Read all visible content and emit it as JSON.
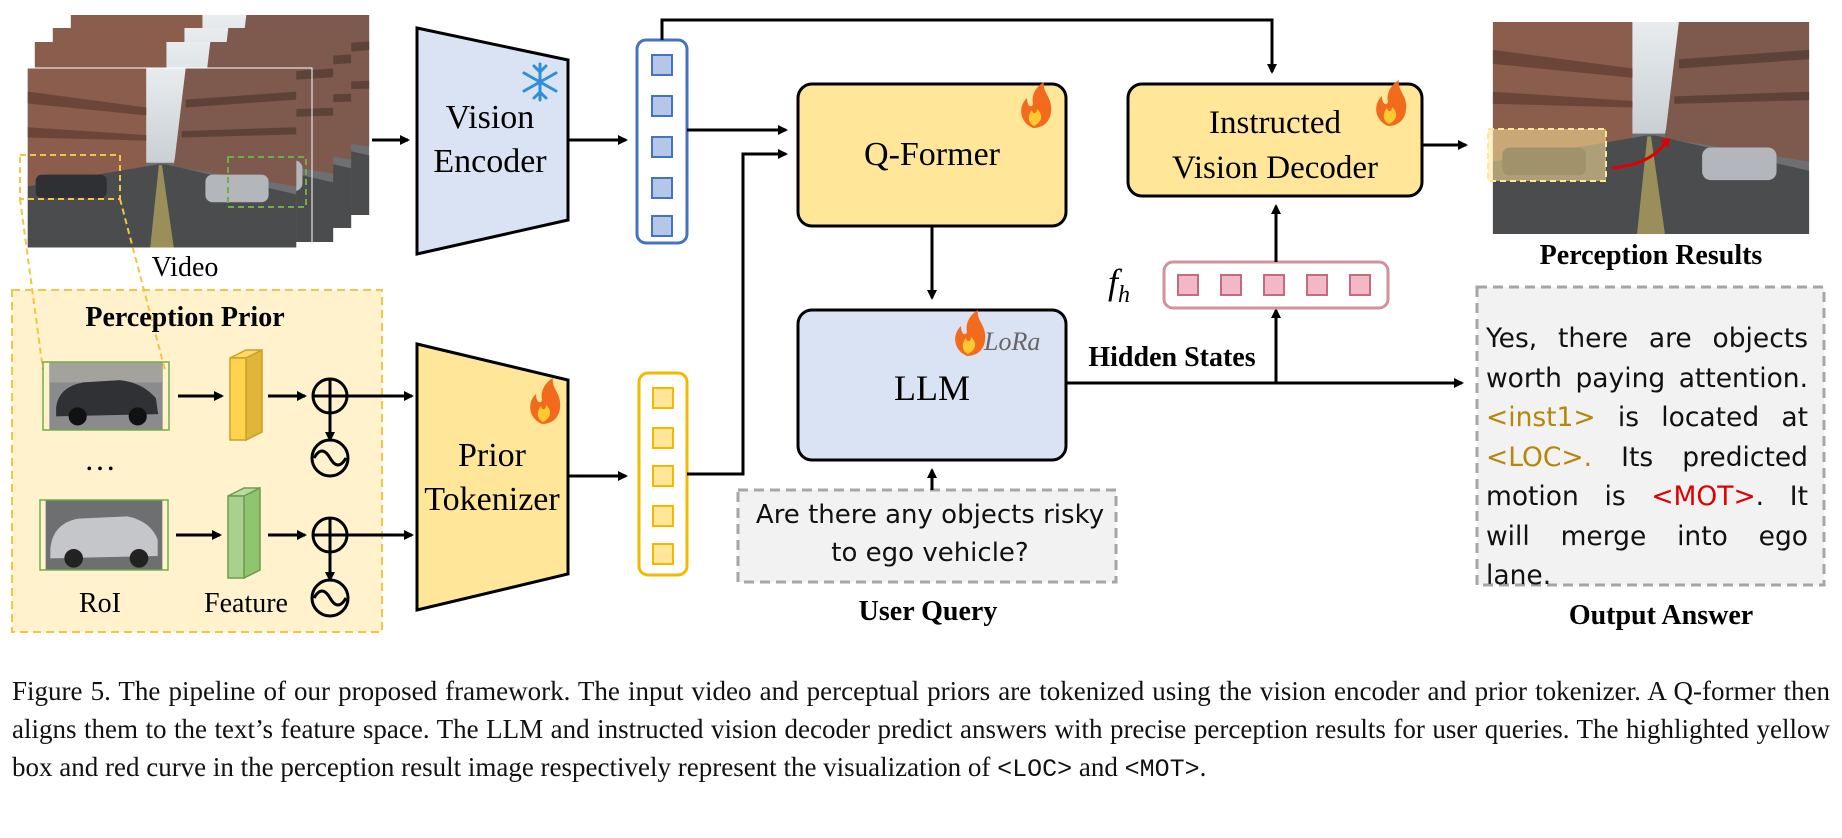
{
  "labels": {
    "video": "Video",
    "perception_prior": "Perception Prior",
    "ellipsis": "…",
    "roi": "RoI",
    "feature": "Feature",
    "vision_encoder_line1": "Vision",
    "vision_encoder_line2": "Encoder",
    "prior_tokenizer_line1": "Prior",
    "prior_tokenizer_line2": "Tokenizer",
    "qformer": "Q-Former",
    "llm": "LLM",
    "lora": "LoRa",
    "instructed_decoder_line1": "Instructed",
    "instructed_decoder_line2": "Vision Decoder",
    "fh_base": "f",
    "fh_sub": "h",
    "hidden_states": "Hidden States",
    "perception_results": "Perception Results",
    "user_query_title": "User Query",
    "output_answer_title": "Output Answer"
  },
  "user_query": {
    "text": "Are there any objects risky to ego vehicle?"
  },
  "answer": {
    "part1": "Yes, there are objects worth paying attention.",
    "inst_token": "<inst1>",
    "part2": "is located at",
    "loc_token": "<LOC>.",
    "part3": "Its predicted motion is",
    "mot_token": "<MOT>",
    "part4": ". It will merge into ego lane."
  },
  "caption": {
    "part1": "Figure 5. The pipeline of our proposed framework. The input video and perceptual priors are tokenized using the vision encoder and prior tokenizer. A Q-former then aligns them to the text’s feature space. The LLM and instructed vision decoder predict answers with precise perception results for user queries. The highlighted yellow box and red curve in the perception result image respectively represent the visualization of",
    "loc": "<LOC>",
    "and": "and",
    "mot": "<MOT>",
    "end": "."
  },
  "colors": {
    "blue_fill": "#dae3f3",
    "yellow_fill": "#ffe699",
    "prior_bg": "#fff2cc",
    "prior_border": "#f4c542",
    "blue_token": "#4472c4",
    "yellow_token": "#f5b800",
    "pink_token": "#d4909e",
    "green_box": "#70ad47",
    "red_curve": "#e00000",
    "gold_text": "#b8860b"
  },
  "icons": [
    "snowflake-icon",
    "fire-icon",
    "oplus-icon",
    "sine-icon"
  ]
}
